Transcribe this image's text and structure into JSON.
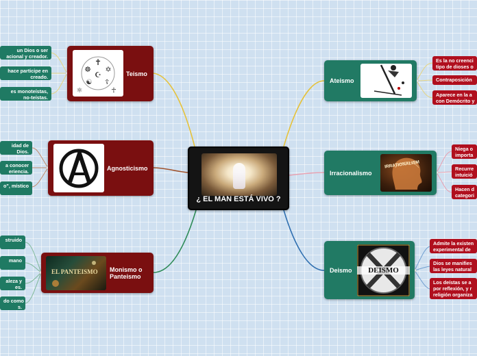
{
  "central": {
    "title": "¿ EL MAN ESTÁ VIVO ?"
  },
  "left_topics": [
    {
      "label": "Teismo",
      "children": [
        "un Dios o ser\nacional y creador.",
        "hace participe en\ncreado.",
        "es monoteístas,\nno-teístas."
      ]
    },
    {
      "label": "Agnosticismo",
      "children": [
        "idad de\nDios.",
        "a conocer\neriencia.",
        "o\", místico"
      ]
    },
    {
      "label": "Monismo o\nPanteismo",
      "image_text": "EL PANTEISMO",
      "children": [
        "struido",
        "mano",
        "aleza y\nes.",
        "do como\ns."
      ]
    }
  ],
  "right_topics": [
    {
      "label": "Ateismo",
      "children": [
        "Es la no creenci\ntipo de dioses o",
        "Contraposición",
        "Aparece en la a\ncon Demócrito y"
      ]
    },
    {
      "label": "Irracionalismo",
      "image_text": "IRRATIONALISM",
      "children": [
        "Niega o\nimporta",
        "Recurre\nintuició",
        "Hacen d\ncategori"
      ]
    },
    {
      "label": "Deismo",
      "image_text": "DEISMO",
      "children": [
        "Admite la existen\nexperimental de",
        "Dios se manifies\nlas leyes natural",
        "Los deístas se a\npor reflexión, y r\nreligión organiza"
      ]
    }
  ],
  "colors": {
    "maroon": "#7a0f10",
    "teal": "#217a64",
    "leaf_left": "#1f7a63",
    "leaf_right": "#b00f1e",
    "line_teismo": "#e6c23a",
    "line_agnost": "#a0522d",
    "line_monismo": "#2e8b57",
    "line_ateismo": "#e6c23a",
    "line_irrac": "#e8a0b0",
    "line_deismo": "#2f6fb0"
  }
}
